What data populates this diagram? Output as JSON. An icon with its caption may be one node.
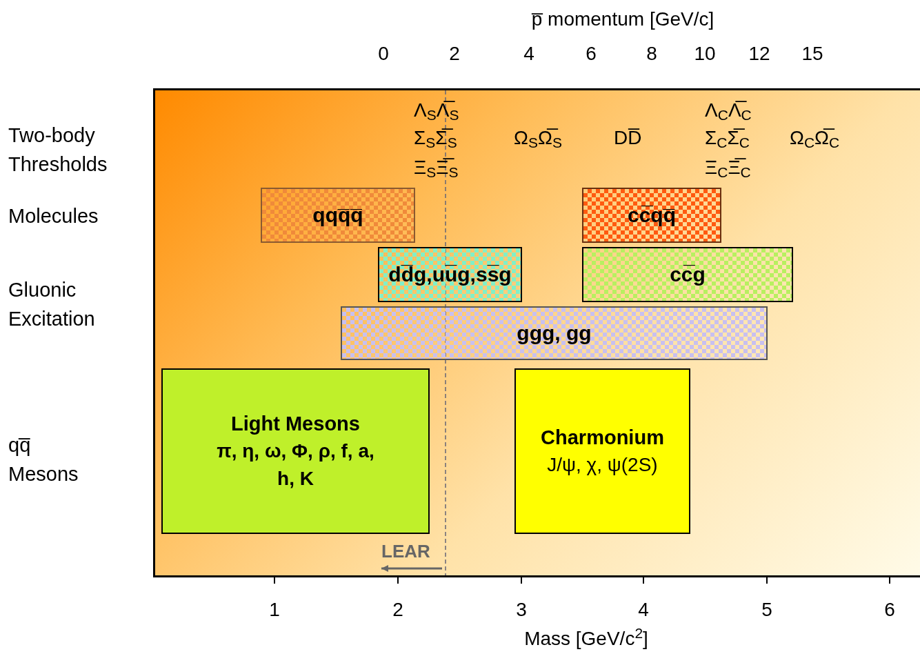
{
  "diagram": {
    "nodes": [
      {
        "text": [
          "qqq̅q̅"
        ]
      },
      {
        "text": [
          "cc̅qq̅"
        ]
      },
      {
        "text": [
          "dd̅g,uu̅g,ss̅g"
        ]
      },
      {
        "text": [
          "cc̅g"
        ]
      },
      {
        "text": [
          "ggg, gg"
        ]
      },
      {
        "text": [
          "Light Mesons",
          "π, η, ω, Φ, ρ, f, a, h, K"
        ]
      },
      {
        "text": [
          "Charmonium",
          "J/ψ, χ, ψ(2S)"
        ]
      }
    ],
    "labels": [
      "p̅ momentum [GeV/c]",
      "0",
      "2",
      "4",
      "6",
      "8",
      "10",
      "12",
      "15",
      "Two-body Thresholds",
      "Λ$_{S}$Λ̅$_{S}$",
      "Σ$_{S}$Σ̅$_{S}$",
      "Ξ$_{S}$Ξ̅$_{S}$",
      "Ω$_{S}$Ω̅$_{S}$",
      "DD̅",
      "Λ$_{C}$Λ̅$_{C}$",
      "Σ$_{C}$Σ̅$_{C}$",
      "Ξ$_{C}$Ξ̅$_{C}$",
      "Ω$_{C}$Ω̅$_{C}$",
      "Molecules",
      "Gluonic Excitation",
      "qq̅ Mesons",
      "LEAR",
      "1",
      "2",
      "3",
      "4",
      "5",
      "6",
      "Mass [GeV/c$^{2}$]"
    ]
  }
}
